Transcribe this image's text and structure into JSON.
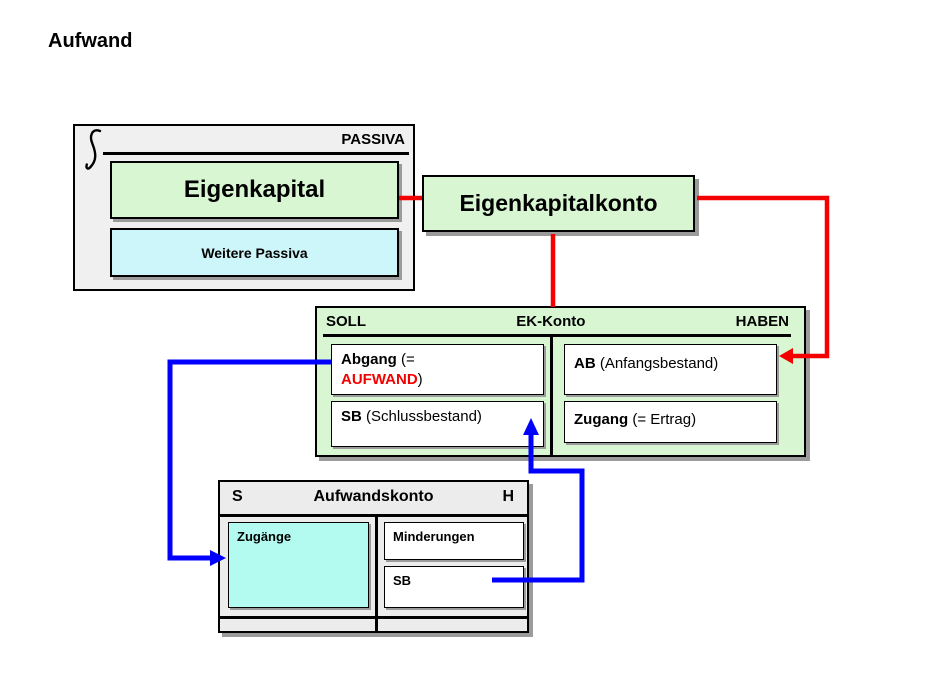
{
  "title": "Aufwand",
  "colors": {
    "red": "#f40000",
    "blue": "#0000ff",
    "green_fill": "#d8f6d2",
    "cyan_pale": "#cdf6fa",
    "cyan": "#b3fbf0",
    "panel_gray": "#f0f0f0"
  },
  "passiva": {
    "label": "PASSIVA",
    "eigenkapital": "Eigenkapital",
    "weitere_passiva": "Weitere Passiva"
  },
  "eigenkapitalkonto": {
    "label": "Eigenkapitalkonto"
  },
  "ek_konto": {
    "soll": "SOLL",
    "title": "EK-Konto",
    "haben": "HABEN",
    "cells": {
      "abgang": {
        "bold": "Abgang",
        "normal": " (=",
        "red_bold": "AUFWAND",
        "close": ")"
      },
      "sb": {
        "bold": "SB",
        "normal": " (Schlussbestand)"
      },
      "ab": {
        "bold": "AB",
        "normal": " (Anfangsbestand)"
      },
      "zugang": {
        "bold": "Zugang",
        "normal": " (= Ertrag)"
      }
    }
  },
  "aufwandskonto": {
    "soll": "S",
    "title": "Aufwandskonto",
    "haben": "H",
    "cells": {
      "zugaenge": "Zugänge",
      "minderungen": "Minderungen",
      "sb": "SB"
    }
  }
}
